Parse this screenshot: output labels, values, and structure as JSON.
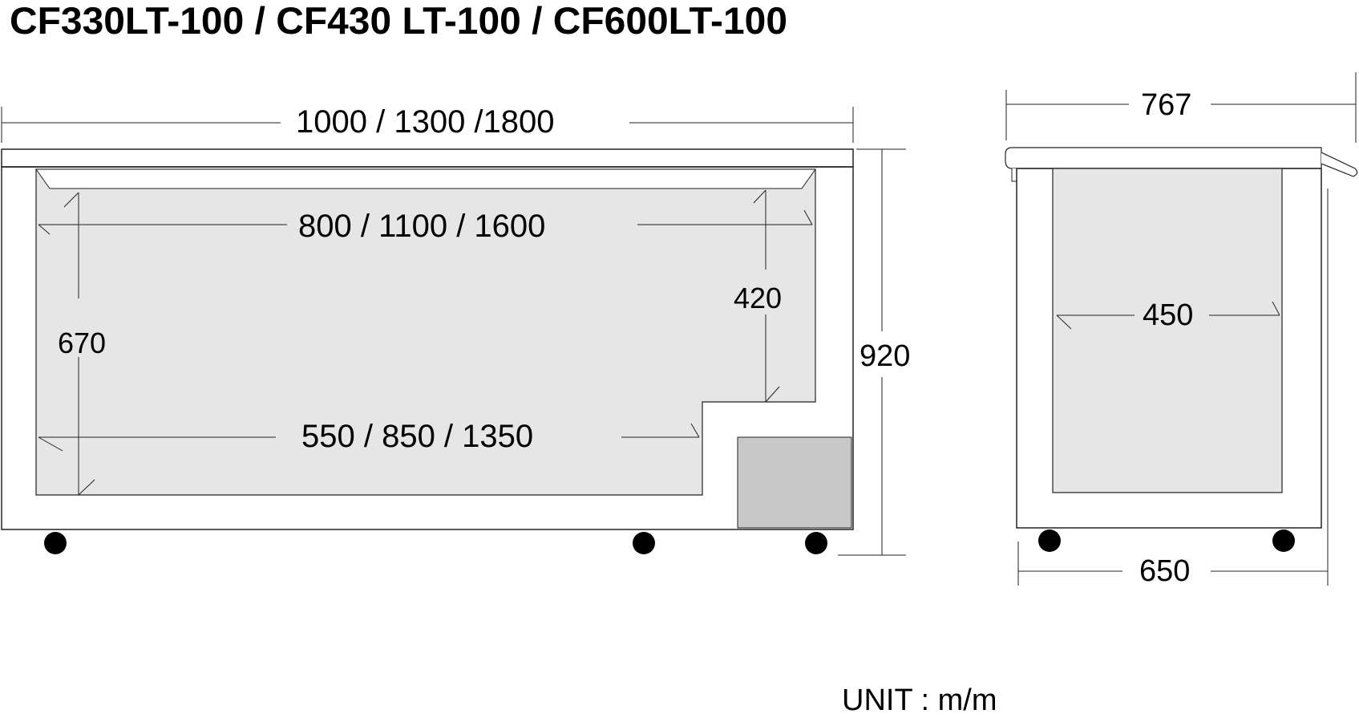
{
  "title": "CF330LT-100 / CF430 LT-100 / CF600LT-100",
  "front_view": {
    "overall_width": "1000 / 1300 /1800",
    "inner_width": "800 / 1100  / 1600",
    "bottom_inner_width": "550 / 850  / 1350",
    "inner_height": "670",
    "step_height": "420",
    "overall_height": "920"
  },
  "side_view": {
    "top_depth": "767",
    "inner_depth": "450",
    "base_depth": "650"
  },
  "unit": "UNIT : m/m",
  "colors": {
    "cabinet_fill": "#e6e6e6",
    "compressor_fill": "#c8c8c8",
    "lines": "#222222",
    "wheels": "#000000"
  }
}
